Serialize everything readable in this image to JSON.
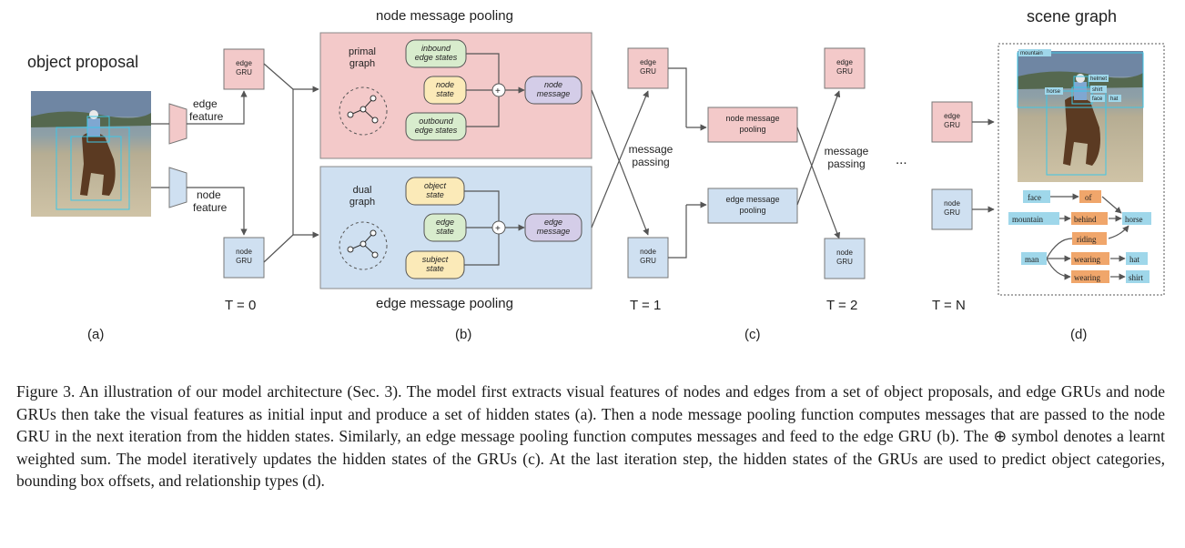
{
  "figure": {
    "titles": {
      "object_proposal": "object proposal",
      "node_msg_pool_top": "node message pooling",
      "edge_msg_pool_bottom": "edge message pooling",
      "scene_graph": "scene graph"
    },
    "panel_a": {
      "edge_gru": "edge\nGRU",
      "node_gru": "node\nGRU",
      "edge_feature": "edge\nfeature",
      "node_feature": "node\nfeature",
      "time": "T = 0",
      "label": "(a)"
    },
    "panel_b": {
      "primal_graph": "primal\ngraph",
      "dual_graph": "dual\ngraph",
      "inbound": "inbound\nedge states",
      "node_state": "node\nstate",
      "outbound": "outbound\nedge states",
      "node_message": "node\nmessage",
      "object_state": "object\nstate",
      "edge_state": "edge\nstate",
      "subject_state": "subject\nstate",
      "edge_message": "edge\nmessage",
      "label": "(b)"
    },
    "panel_c": {
      "edge_gru": "edge\nGRU",
      "node_gru": "node\nGRU",
      "message_passing": "message\npassing",
      "node_msg_pooling": "node message\npooling",
      "edge_msg_pooling": "edge message\npooling",
      "t1": "T = 1",
      "t2": "T = 2",
      "ellipsis": "...",
      "tn": "T = N",
      "label": "(c)"
    },
    "panel_d": {
      "edge_gru": "edge\nGRU",
      "node_gru": "node\nGRU",
      "label": "(d)",
      "image_labels": [
        "mountain",
        "helmet",
        "horse",
        "shirt",
        "face",
        "hat"
      ],
      "nodes": {
        "face": "face",
        "mountain": "mountain",
        "man": "man",
        "horse": "horse",
        "hat": "hat",
        "shirt": "shirt"
      },
      "relations": {
        "of": "of",
        "behind": "behind",
        "riding": "riding",
        "wearing1": "wearing",
        "wearing2": "wearing"
      }
    },
    "colors": {
      "edge_pink": "#f3c9c9",
      "node_blue": "#cfe0f1",
      "state_green": "#d8eccd",
      "state_yellow": "#fbeab8",
      "message_purple": "#d4cde8",
      "relation_orange": "#f0a66b",
      "object_cyan": "#9fd7ea"
    }
  },
  "caption": "Figure 3. An illustration of our model architecture (Sec. 3). The model first extracts visual features of nodes and edges from a set of object proposals, and edge GRUs and node GRUs then take the visual features as initial input and produce a set of hidden states (a). Then a node message pooling function computes messages that are passed to the node GRU in the next iteration from the hidden states. Similarly, an edge message pooling function computes messages and feed to the edge GRU (b). The ⊕ symbol denotes a learnt weighted sum. The model iteratively updates the hidden states of the GRUs (c). At the last iteration step, the hidden states of the GRUs are used to predict object categories, bounding box offsets, and relationship types (d)."
}
